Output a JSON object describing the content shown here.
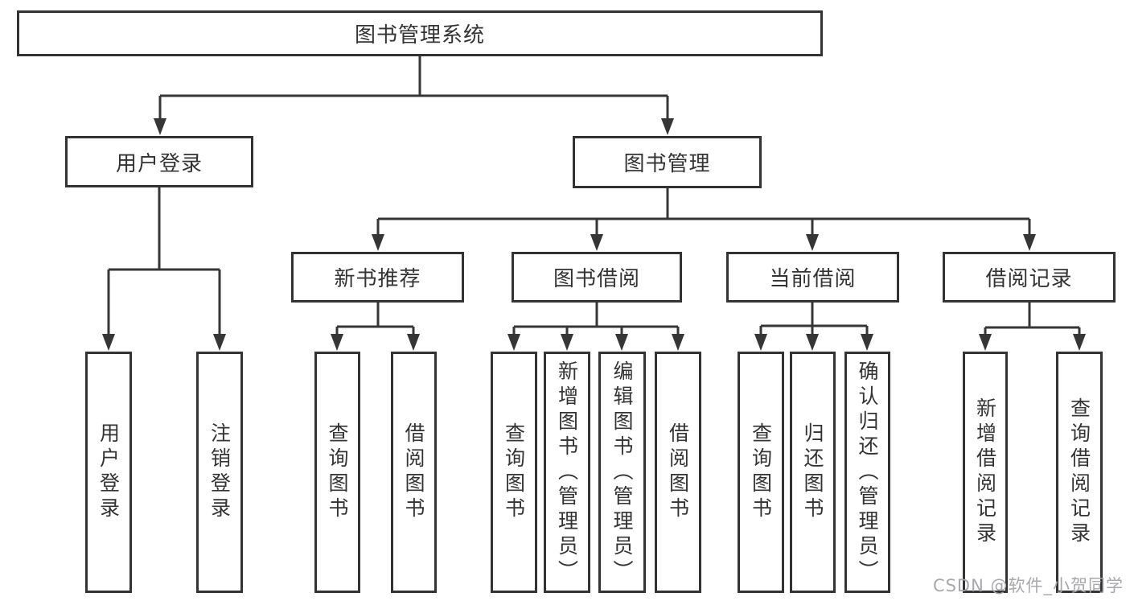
{
  "diagram": {
    "type": "hierarchy-tree",
    "root": {
      "label": "图书管理系统",
      "children": [
        {
          "label": "用户登录",
          "children": [
            {
              "label": "用户登录"
            },
            {
              "label": "注销登录"
            }
          ]
        },
        {
          "label": "图书管理",
          "children": [
            {
              "label": "新书推荐",
              "children": [
                {
                  "label": "查询图书"
                },
                {
                  "label": "借阅图书"
                }
              ]
            },
            {
              "label": "图书借阅",
              "children": [
                {
                  "label": "查询图书"
                },
                {
                  "label": "新增图书（管理员）"
                },
                {
                  "label": "编辑图书（管理员）"
                },
                {
                  "label": "借阅图书"
                }
              ]
            },
            {
              "label": "当前借阅",
              "children": [
                {
                  "label": "查询图书"
                },
                {
                  "label": "归还图书"
                },
                {
                  "label": "确认归还（管理员）"
                }
              ]
            },
            {
              "label": "借阅记录",
              "children": [
                {
                  "label": "新增借阅记录"
                },
                {
                  "label": "查询借阅记录"
                }
              ]
            }
          ]
        }
      ]
    },
    "colors": {
      "line": "#363636",
      "box_border": "#333333",
      "text": "#333333",
      "background": "#ffffff",
      "watermark_text": "#a8a8ac"
    }
  },
  "watermark": {
    "text": "CSDN @软件_小贺同学"
  }
}
